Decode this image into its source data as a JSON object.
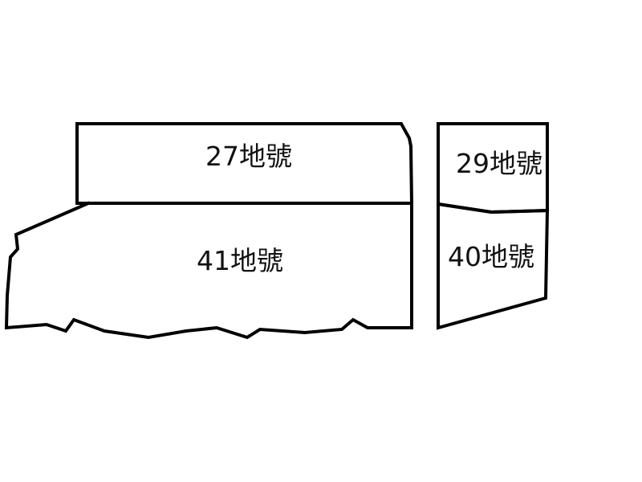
{
  "parcels": [
    {
      "id": "27",
      "label": "27地號"
    },
    {
      "id": "41",
      "label": "41地號"
    },
    {
      "id": "29",
      "label": "29地號"
    },
    {
      "id": "40",
      "label": "40地號"
    }
  ],
  "colors": {
    "line": "#000000",
    "text": "#111111",
    "background": "#ffffff"
  }
}
